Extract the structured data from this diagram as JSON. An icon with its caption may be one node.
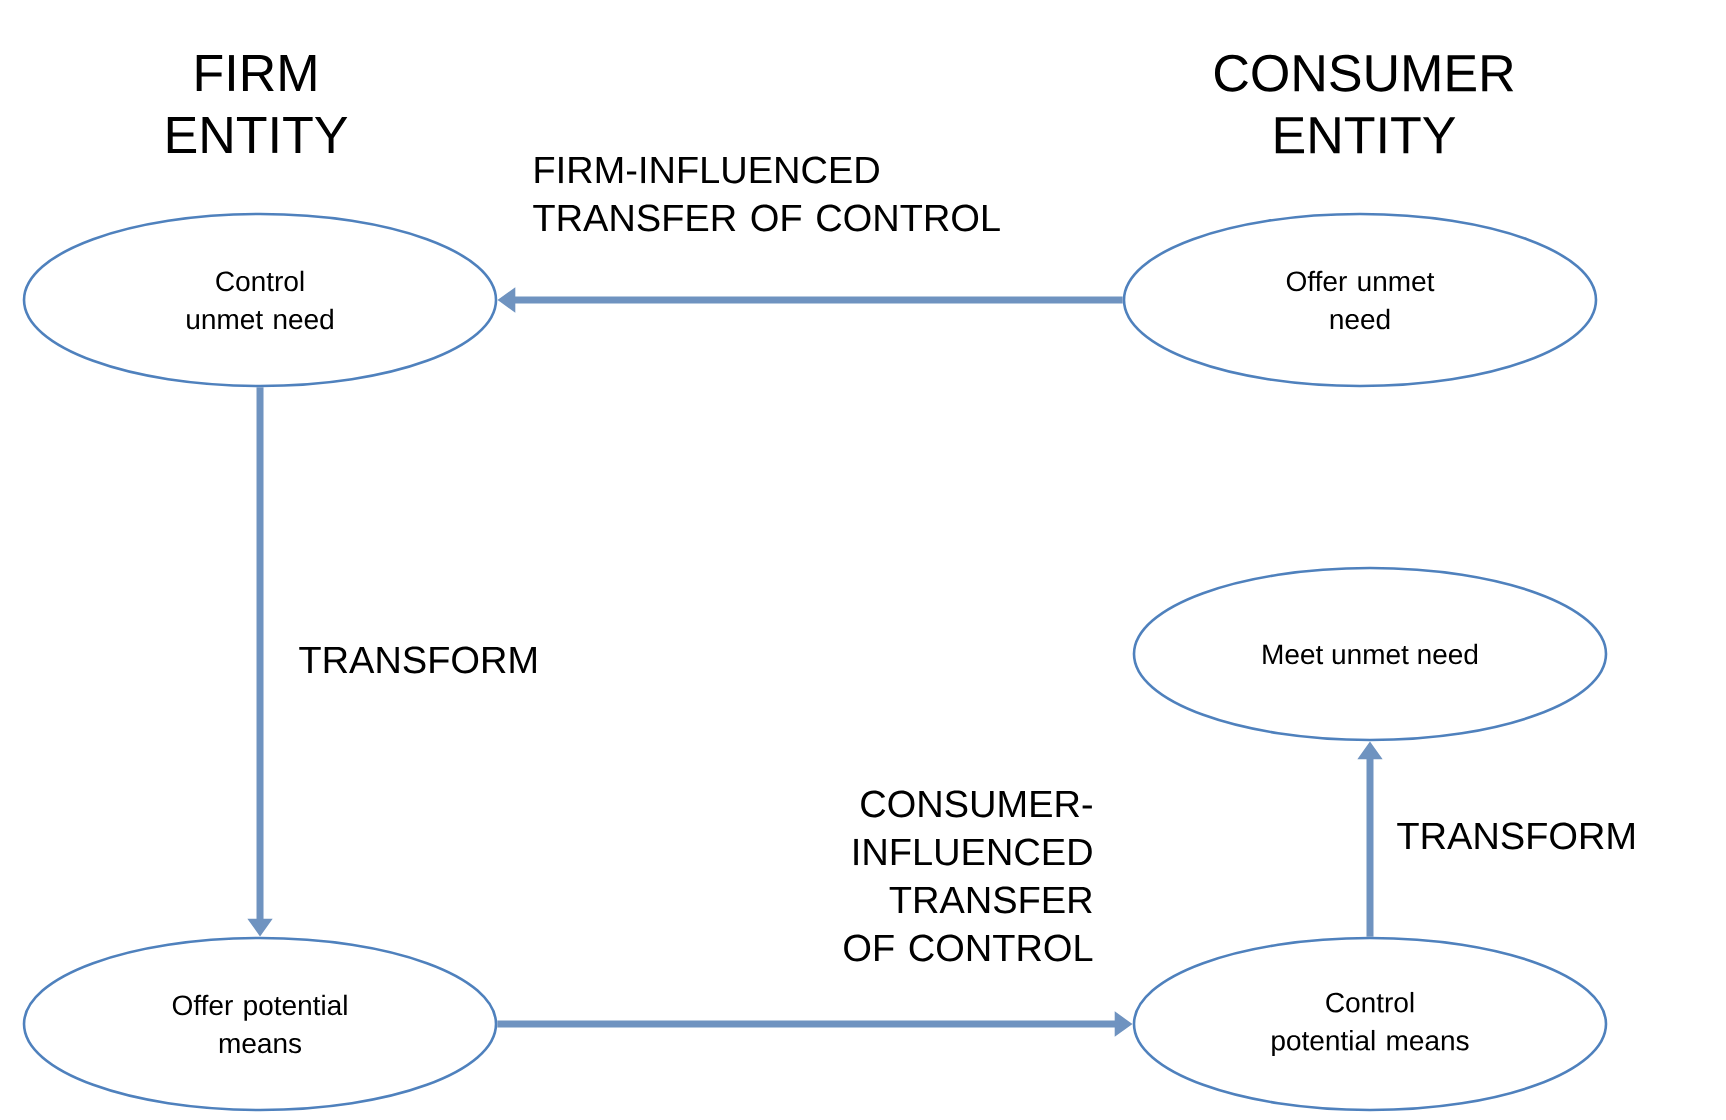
{
  "diagram": {
    "nodes": [
      {
        "text": [
          "Control unmet need"
        ]
      },
      {
        "text": [
          "Offer unmet need"
        ]
      },
      {
        "text": [
          "Meet unmet need"
        ]
      },
      {
        "text": [
          "Offer potential means"
        ]
      },
      {
        "text": [
          "Control potential means"
        ]
      }
    ],
    "edges": [
      {
        "from": 1,
        "to": 0,
        "arrow": "to",
        "label": "FIRM-INFLUENCED TRANSFER OF CONTROL"
      },
      {
        "from": 0,
        "to": 3,
        "arrow": "to",
        "label": "TRANSFORM"
      },
      {
        "from": 3,
        "to": 4,
        "arrow": "to",
        "label": "CONSUMER-INFLUENCED TRANSFER OF CONTROL"
      },
      {
        "from": 4,
        "to": 2,
        "arrow": "to",
        "label": "TRANSFORM"
      }
    ],
    "labels": [
      "FIRM ENTITY",
      "CONSUMER ENTITY"
    ]
  }
}
